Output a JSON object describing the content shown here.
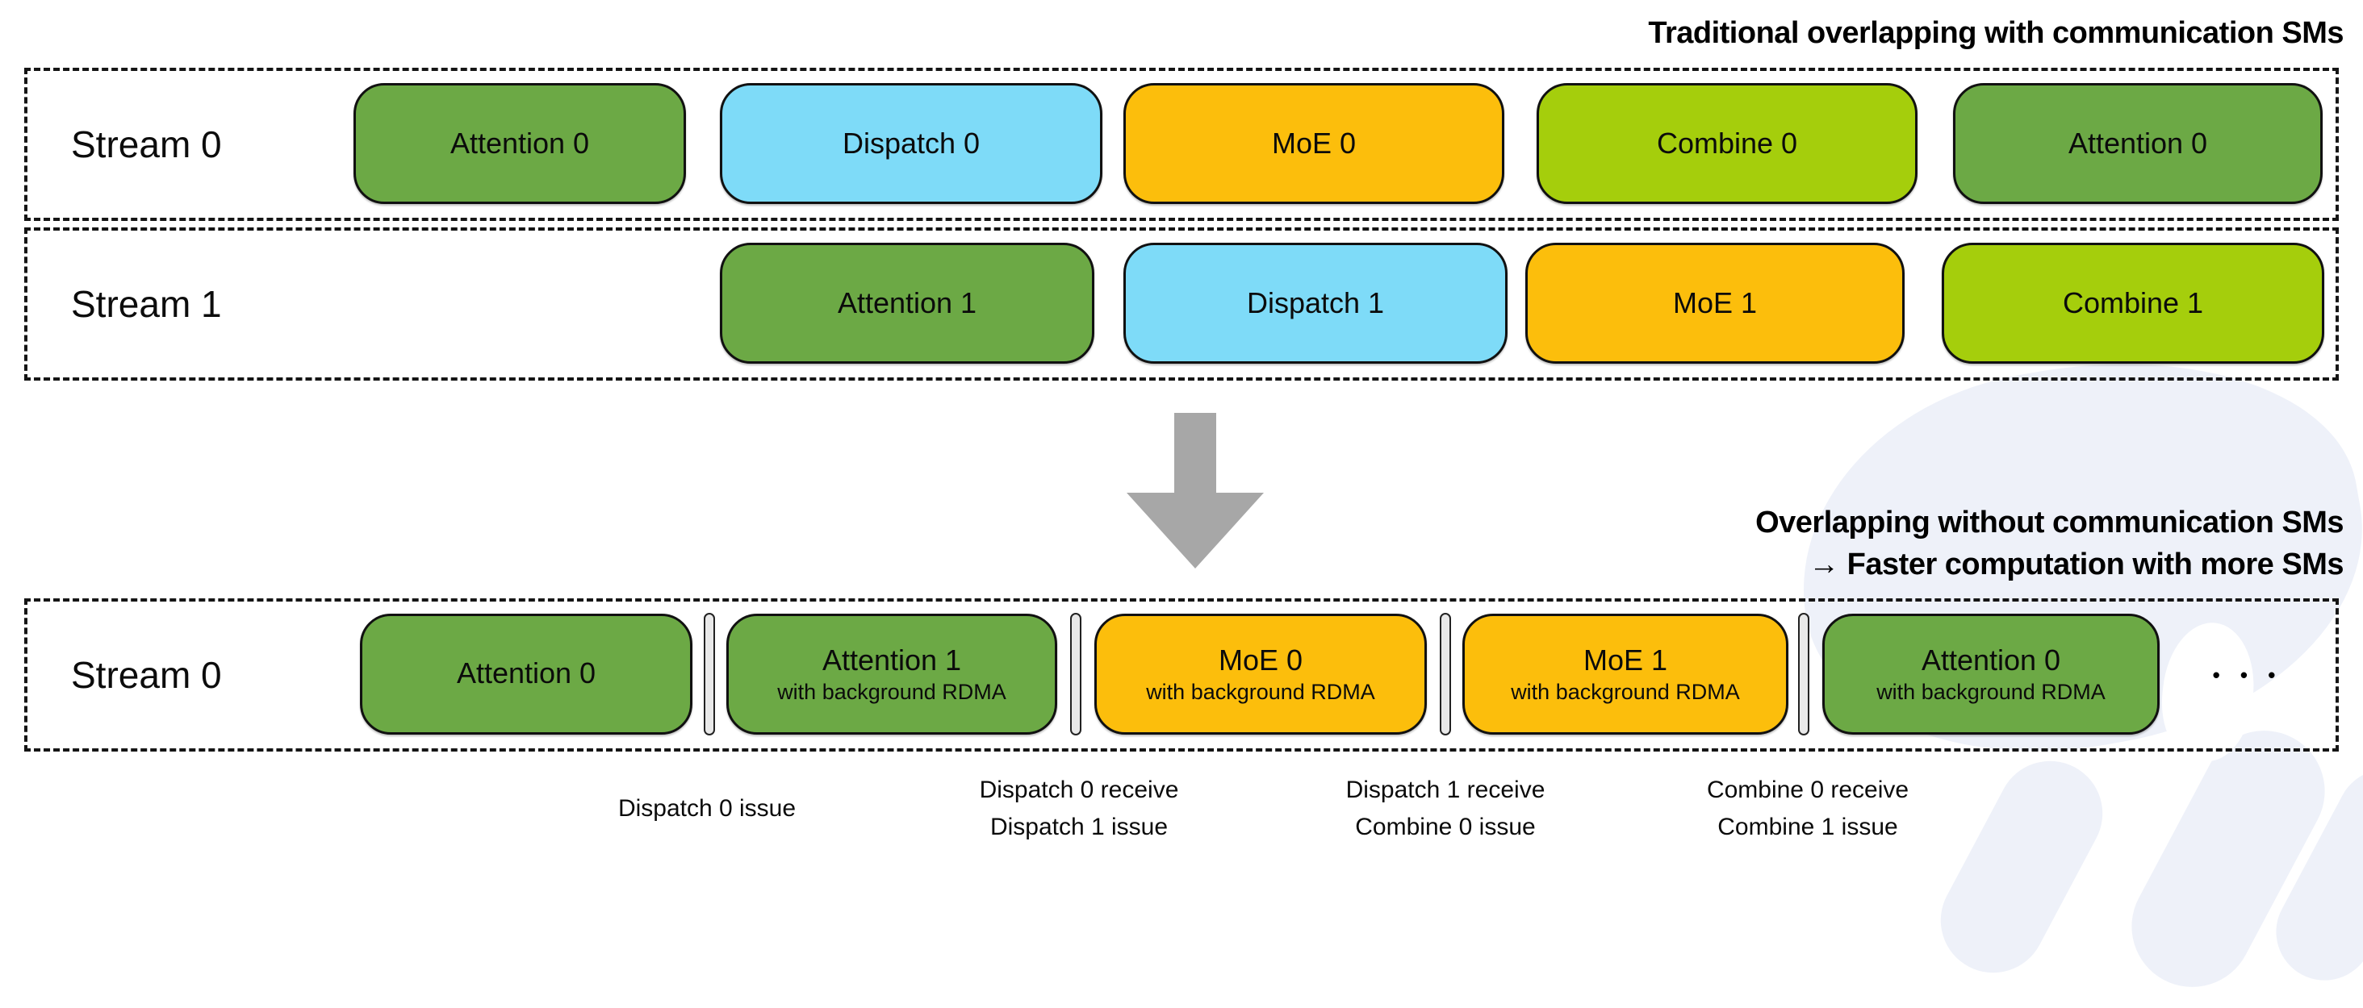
{
  "colors": {
    "attention_green": "#6CA945",
    "dispatch_blue": "#7EDBF8",
    "moe_amber": "#FCBE0C",
    "combine_lime": "#A5CE0C",
    "arrow_gray": "#A7A7A7",
    "divider_gray": "#E9E9E9",
    "outline_black": "#111111",
    "watermark_lavender": "#EEF1F9"
  },
  "top_section": {
    "title": "Traditional overlapping with communication SMs",
    "stream0": {
      "label": "Stream 0",
      "blocks": [
        {
          "label": "Attention 0",
          "bg": "#6CA945"
        },
        {
          "label": "Dispatch 0",
          "bg": "#7EDBF8"
        },
        {
          "label": "MoE 0",
          "bg": "#FCBE0C"
        },
        {
          "label": "Combine 0",
          "bg": "#A5CE0C"
        },
        {
          "label": "Attention 0",
          "bg": "#6CA945"
        }
      ]
    },
    "stream1": {
      "label": "Stream 1",
      "blocks": [
        {
          "label": "Attention 1",
          "bg": "#6CA945"
        },
        {
          "label": "Dispatch 1",
          "bg": "#7EDBF8"
        },
        {
          "label": "MoE 1",
          "bg": "#FCBE0C"
        },
        {
          "label": "Combine 1",
          "bg": "#A5CE0C"
        }
      ]
    }
  },
  "bottom_section": {
    "title_line1": "Overlapping without communication SMs",
    "title_line2": "→ Faster computation with more SMs",
    "stream0": {
      "label": "Stream 0",
      "blocks": [
        {
          "title": "Attention 0",
          "subtitle": "",
          "bg": "#6CA945"
        },
        {
          "title": "Attention 1",
          "subtitle": "with background RDMA",
          "bg": "#6CA945"
        },
        {
          "title": "MoE 0",
          "subtitle": "with background RDMA",
          "bg": "#FCBE0C"
        },
        {
          "title": "MoE 1",
          "subtitle": "with background RDMA",
          "bg": "#FCBE0C"
        },
        {
          "title": "Attention 0",
          "subtitle": "with background RDMA",
          "bg": "#6CA945"
        }
      ],
      "ellipsis": "• • •"
    },
    "annotations": [
      {
        "line1": "Dispatch 0 issue",
        "line2": ""
      },
      {
        "line1": "Dispatch 0 receive",
        "line2": "Dispatch 1 issue"
      },
      {
        "line1": "Dispatch 1 receive",
        "line2": "Combine 0 issue"
      },
      {
        "line1": "Combine 0 receive",
        "line2": "Combine 1 issue"
      }
    ]
  }
}
